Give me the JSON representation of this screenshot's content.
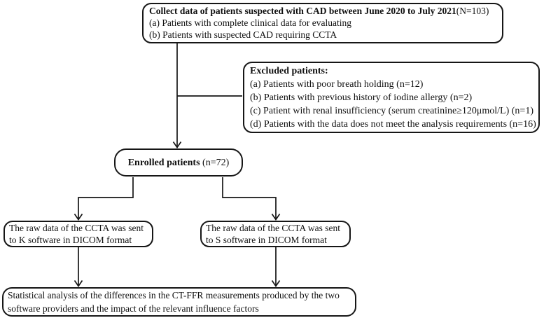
{
  "page": {
    "background_color": "#ffffff",
    "line_color": "#161616",
    "text_color": "#111111"
  },
  "flowchart": {
    "collect_box": {
      "title_bold": "Collect data of patients suspected with CAD between June 2020 to July 2021",
      "title_rest": "(N=103)",
      "items": [
        "(a) Patients with complete clinical data for evaluating",
        "(b) Patients with suspected CAD requiring CCTA"
      ]
    },
    "excluded_box": {
      "heading": "Excluded patients:",
      "items": [
        "(a) Patients with poor breath holding (n=12)",
        "(b) Patients with previous history of iodine allergy (n=2)",
        "(c) Patient with renal insufficiency (serum creatinine≥120μmol/L) (n=1)",
        "(d) Patients with the data does not meet the analysis requirements (n=16)"
      ]
    },
    "enrolled_box": {
      "label_bold": "Enrolled patients",
      "label_rest": "(n=72)"
    },
    "k_software_box": {
      "lines": [
        "The raw data of the CCTA was sent",
        "to K software in DICOM format"
      ]
    },
    "s_software_box": {
      "lines": [
        "The raw data of the CCTA was sent",
        "to S software in DICOM format"
      ]
    },
    "analysis_box": {
      "lines": [
        "Statistical analysis of the differences in the CT-FFR measurements produced by the two",
        "software providers and the impact of the relevant influence factors"
      ]
    }
  }
}
